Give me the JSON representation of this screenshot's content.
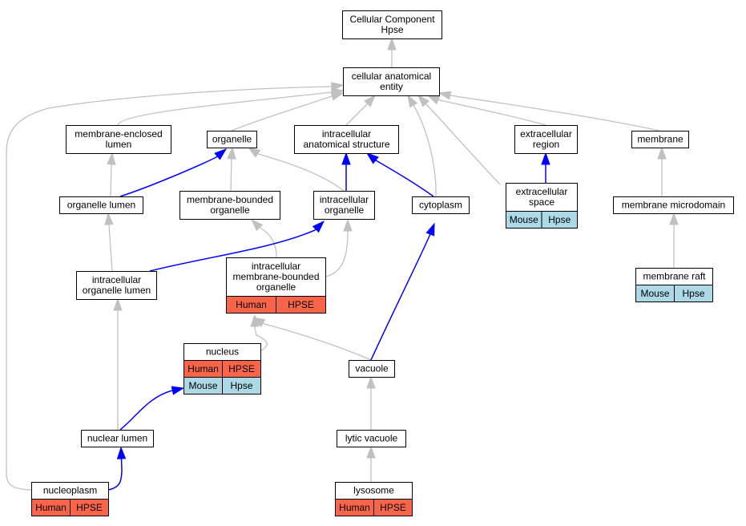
{
  "nodes": {
    "root": {
      "lines": [
        "Cellular Component",
        "Hpse"
      ]
    },
    "cae": {
      "lines": [
        "cellular anatomical",
        "entity"
      ]
    },
    "mel": {
      "lines": [
        "membrane-enclosed",
        "lumen"
      ]
    },
    "organelle": {
      "lines": [
        "organelle"
      ]
    },
    "ias": {
      "lines": [
        "intracellular",
        "anatomical structure"
      ]
    },
    "ecr": {
      "lines": [
        "extracellular",
        "region"
      ]
    },
    "membrane": {
      "lines": [
        "membrane"
      ]
    },
    "ol": {
      "lines": [
        "organelle lumen"
      ]
    },
    "mbo": {
      "lines": [
        "membrane-bounded",
        "organelle"
      ]
    },
    "io": {
      "lines": [
        "intracellular",
        "organelle"
      ]
    },
    "cytoplasm": {
      "lines": [
        "cytoplasm"
      ]
    },
    "ecs": {
      "lines": [
        "extracellular",
        "space"
      ]
    },
    "mmd": {
      "lines": [
        "membrane microdomain"
      ]
    },
    "iol": {
      "lines": [
        "intracellular",
        "organelle lumen"
      ]
    },
    "imbo": {
      "lines": [
        "intracellular",
        "membrane-bounded",
        "organelle"
      ]
    },
    "mraft": {
      "lines": [
        "membrane raft"
      ]
    },
    "nucleus": {
      "lines": [
        "nucleus"
      ]
    },
    "vacuole": {
      "lines": [
        "vacuole"
      ]
    },
    "nlumen": {
      "lines": [
        "nuclear lumen"
      ]
    },
    "lytic": {
      "lines": [
        "lytic vacuole"
      ]
    },
    "nucleoplasm": {
      "lines": [
        "nucleoplasm"
      ]
    },
    "lysosome": {
      "lines": [
        "lysosome"
      ]
    }
  },
  "annotations": {
    "ecs": [
      {
        "species": "Mouse",
        "gene": "Hpse"
      }
    ],
    "mraft": [
      {
        "species": "Mouse",
        "gene": "Hpse"
      }
    ],
    "imbo": [
      {
        "species": "Human",
        "gene": "HPSE"
      }
    ],
    "nucleus": [
      {
        "species": "Human",
        "gene": "HPSE"
      },
      {
        "species": "Mouse",
        "gene": "Hpse"
      }
    ],
    "nucleoplasm": [
      {
        "species": "Human",
        "gene": "HPSE"
      }
    ],
    "lysosome": [
      {
        "species": "Human",
        "gene": "HPSE"
      }
    ]
  },
  "colors": {
    "human": "#fa6448",
    "mouse": "#add8e6",
    "is_a_edge": "#c0c0c0",
    "part_of_edge": "#0000ff"
  }
}
